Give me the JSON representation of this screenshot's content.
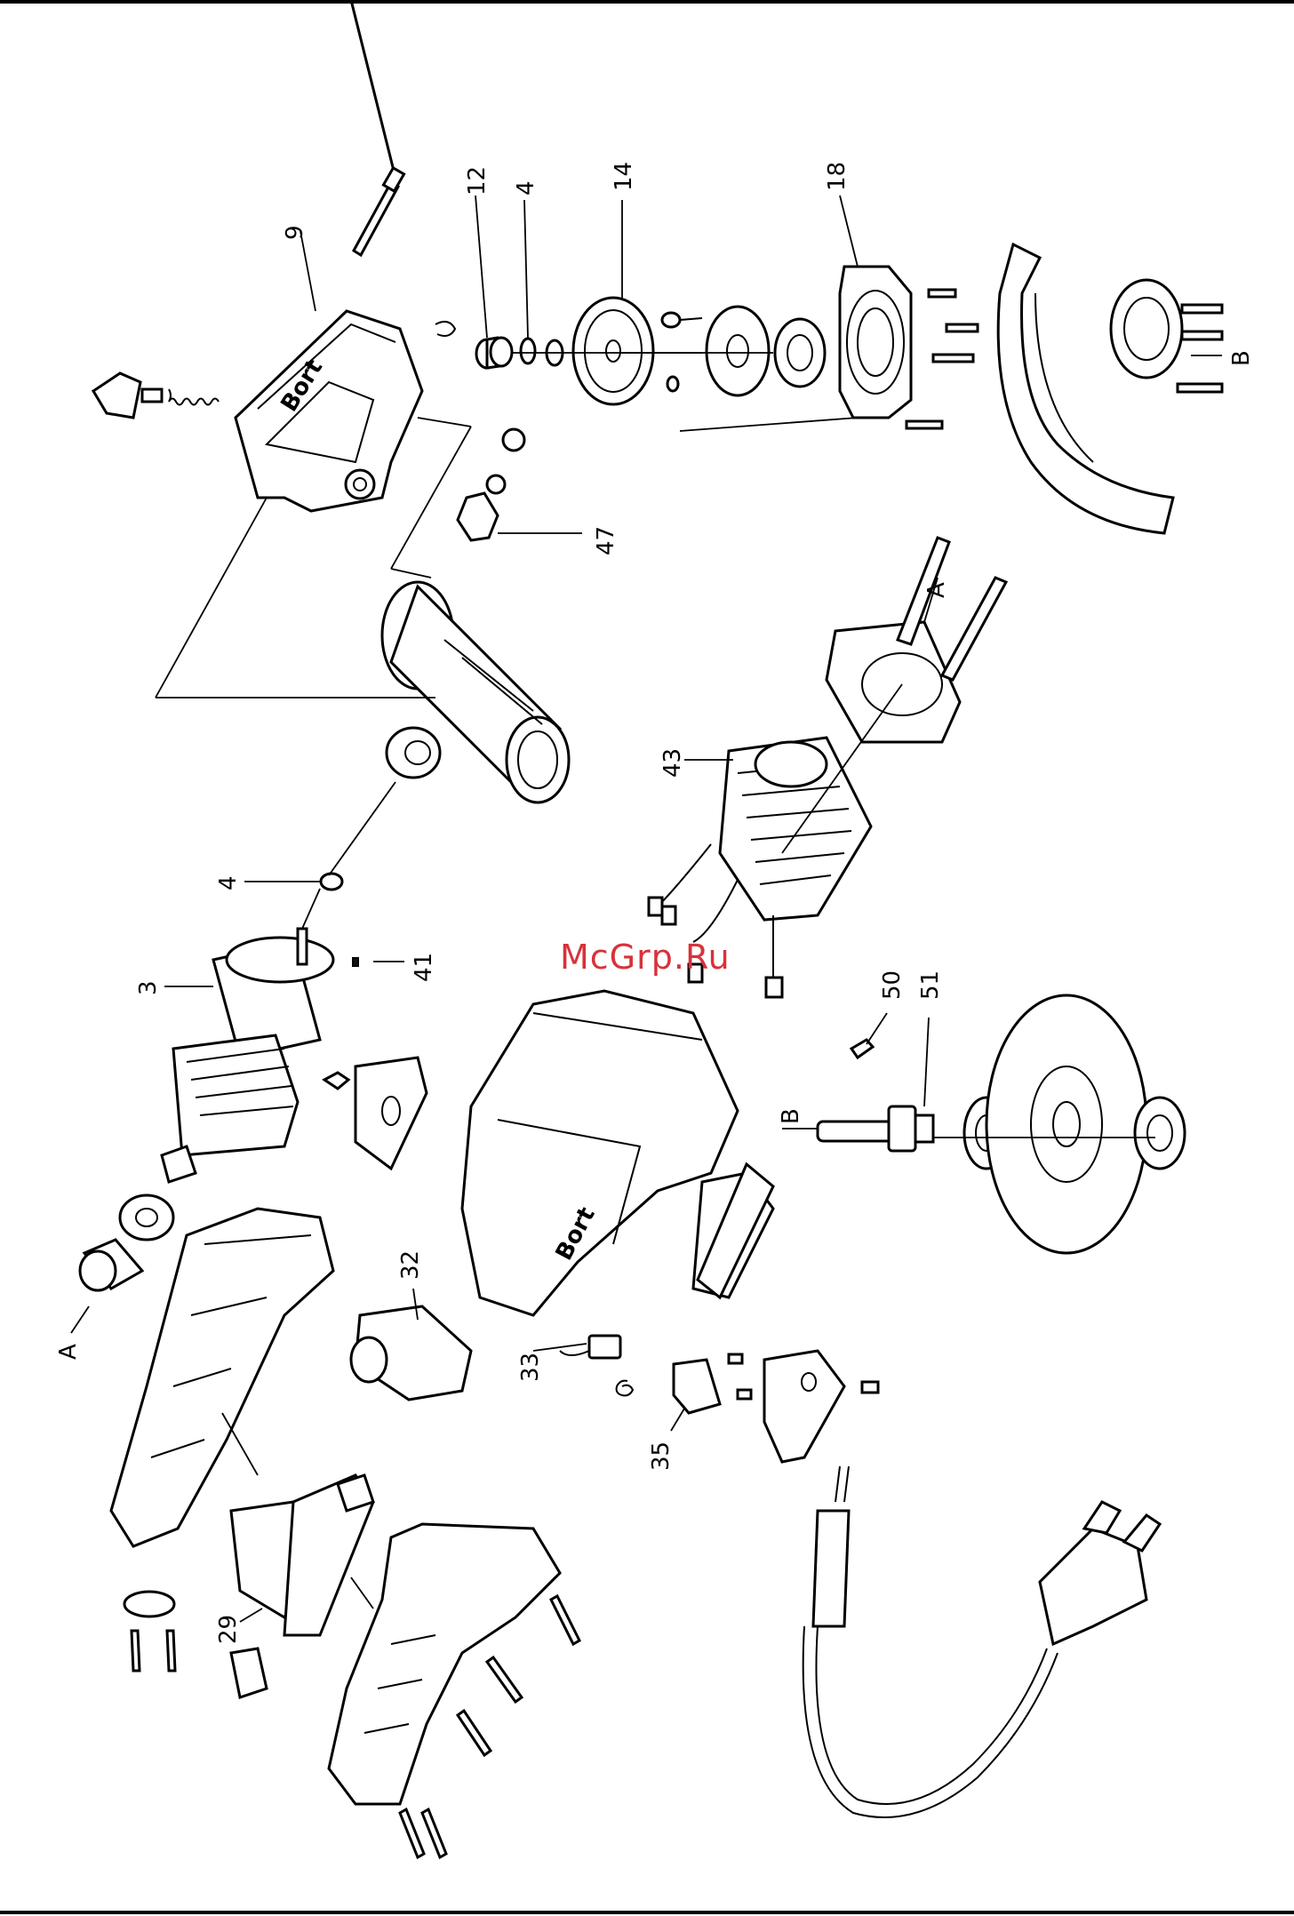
{
  "watermark": "McGrp.Ru",
  "brand_marks": [
    "Bort",
    "Bort"
  ],
  "callouts": [
    {
      "id": "c9",
      "label": "9"
    },
    {
      "id": "c12",
      "label": "12"
    },
    {
      "id": "c4a",
      "label": "4"
    },
    {
      "id": "c14",
      "label": "14"
    },
    {
      "id": "c18",
      "label": "18"
    },
    {
      "id": "cB1",
      "label": "B"
    },
    {
      "id": "c47",
      "label": "47"
    },
    {
      "id": "cA1",
      "label": "A"
    },
    {
      "id": "c43",
      "label": "43"
    },
    {
      "id": "c4b",
      "label": "4"
    },
    {
      "id": "c3",
      "label": "3"
    },
    {
      "id": "c41",
      "label": "41"
    },
    {
      "id": "c50",
      "label": "50"
    },
    {
      "id": "c51",
      "label": "51"
    },
    {
      "id": "cB2",
      "label": "B"
    },
    {
      "id": "c32",
      "label": "32"
    },
    {
      "id": "cA2",
      "label": "A"
    },
    {
      "id": "c33",
      "label": "33"
    },
    {
      "id": "c35",
      "label": "35"
    },
    {
      "id": "c29",
      "label": "29"
    }
  ]
}
